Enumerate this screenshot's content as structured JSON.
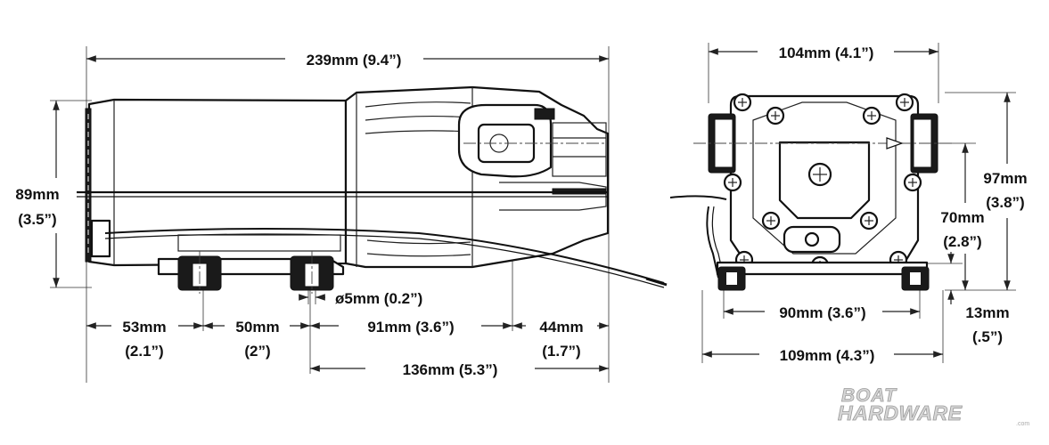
{
  "dimensions": {
    "overall_length": "239mm (9.4”)",
    "height_metric": "89mm",
    "height_imperial": "(3.5”)",
    "hole_diameter": "ø5mm (0.2”)",
    "seg1_metric": "53mm",
    "seg1_imperial": "(2.1”)",
    "seg2_metric": "50mm",
    "seg2_imperial": "(2”)",
    "seg3": "91mm (3.6”)",
    "seg4_metric": "44mm",
    "seg4_imperial": "(1.7”)",
    "base_span": "136mm (5.3”)",
    "end_width": "104mm (4.1”)",
    "end_height_metric": "97mm",
    "end_height_imperial": "(3.8”)",
    "port_height_metric": "70mm",
    "port_height_imperial": "(2.8”)",
    "mount_spacing": "90mm (3.6”)",
    "foot_height_metric": "13mm",
    "foot_height_imperial": "(.5”)",
    "base_width": "109mm (4.3”)"
  },
  "watermark": {
    "line1": "BOAT",
    "line2": "HARDWARE",
    "line3": ".com"
  }
}
